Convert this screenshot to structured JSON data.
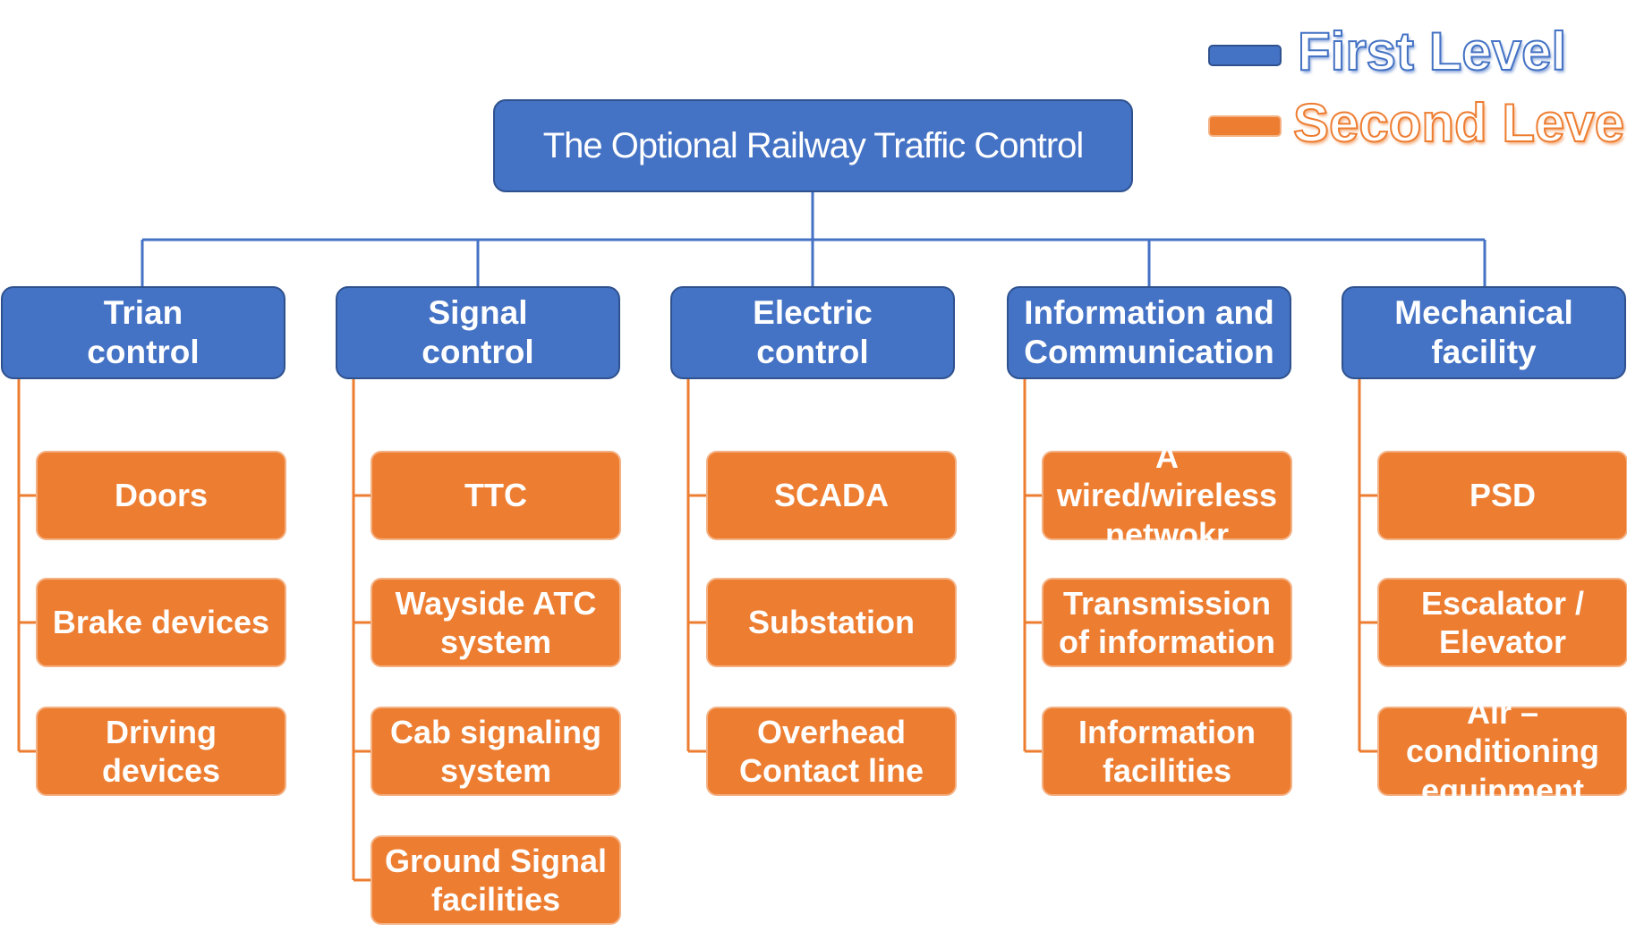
{
  "legend": {
    "first_level": {
      "label": "First Level",
      "color": "#4472c4"
    },
    "second_level": {
      "label": "Second Level",
      "color": "#ed7d31"
    }
  },
  "root": {
    "label": "The Optional Railway Traffic Control"
  },
  "categories": [
    {
      "label": "Trian\ncontrol",
      "items": [
        "Doors",
        "Brake devices",
        "Driving devices"
      ]
    },
    {
      "label": "Signal\ncontrol",
      "items": [
        "TTC",
        "Wayside ATC\nsystem",
        "Cab signaling\nsystem",
        "Ground Signal\nfacilities"
      ]
    },
    {
      "label": "Electric\ncontrol",
      "items": [
        "SCADA",
        "Substation",
        "Overhead\nContact line"
      ]
    },
    {
      "label": "Information and\nCommunication",
      "items": [
        "A wired/wireless\nnetwokr",
        "Transmission\nof information",
        "Information\nfacilities"
      ]
    },
    {
      "label": "Mechanical\nfacility",
      "items": [
        "PSD",
        "Escalator /\nElevator",
        "Air – conditioning\nequipment"
      ]
    }
  ]
}
